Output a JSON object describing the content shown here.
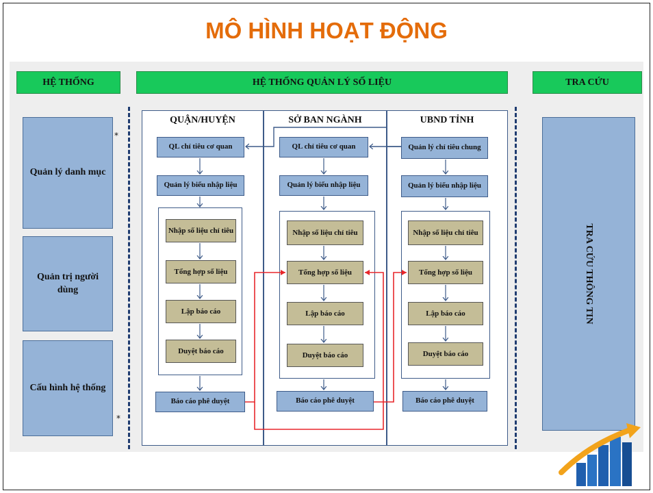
{
  "title": "MÔ HÌNH HOẠT ĐỘNG",
  "headers": {
    "he_thong": "HỆ THỐNG",
    "quan_ly": "HỆ THỐNG QUẢN LÝ SỐ LIỆU",
    "tra_cuu": "TRA CỨU"
  },
  "left_boxes": [
    "Quản lý danh mục",
    "Quản trị người dùng",
    "Cấu hình hệ thống"
  ],
  "columns": [
    {
      "title": "QUẬN/HUYỆN",
      "top_boxes": [
        "QL chỉ tiêu cơ quan",
        "Quản lý biểu nhập liệu"
      ],
      "steps": [
        "Nhập số liệu chỉ tiêu",
        "Tổng hợp số liệu",
        "Lập báo cáo",
        "Duyệt báo cáo"
      ],
      "final": "Báo cáo phê duyệt"
    },
    {
      "title": "SỞ BAN NGÀNH",
      "top_boxes": [
        "QL chỉ tiêu cơ quan",
        "Quản lý biểu nhập liệu"
      ],
      "steps": [
        "Nhập số liệu chỉ tiêu",
        "Tổng hợp số liệu",
        "Lập báo cáo",
        "Duyệt báo cáo"
      ],
      "final": "Báo cáo phê duyệt"
    },
    {
      "title": "UBND TỈNH",
      "top_boxes": [
        "Quản lý chỉ tiêu chung",
        "Quản lý biểu nhập liệu"
      ],
      "steps": [
        "Nhập số liệu chỉ tiêu",
        "Tổng hợp số liệu",
        "Lập báo cáo",
        "Duyệt báo cáo"
      ],
      "final": "Báo cáo phê duyệt"
    }
  ],
  "right_panel": "TRA CỨU THÔNG TIN",
  "star": "*",
  "colors": {
    "title": "#e46c0a",
    "header": "#18c95b",
    "blue_box": "#95b3d7",
    "tan_box": "#c4bd97",
    "flow_red": "#e8272b",
    "flow_blue": "#3d5a88"
  },
  "logo": "bar-chart-arrow-logo"
}
